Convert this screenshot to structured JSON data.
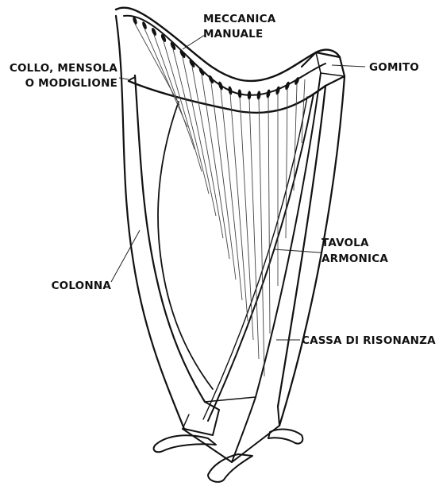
{
  "labels": {
    "mechanics_line1": "MECCANICA",
    "mechanics_line2": "MANUALE",
    "neck_line1": "COLLO, MENSOLA",
    "neck_line2": "O MODIGLIONE",
    "elbow": "GOMITO",
    "soundboard_line1": "TAVOLA",
    "soundboard_line2": "ARMONICA",
    "pillar": "COLONNA",
    "soundbox": "CASSA DI RISONANZA"
  }
}
